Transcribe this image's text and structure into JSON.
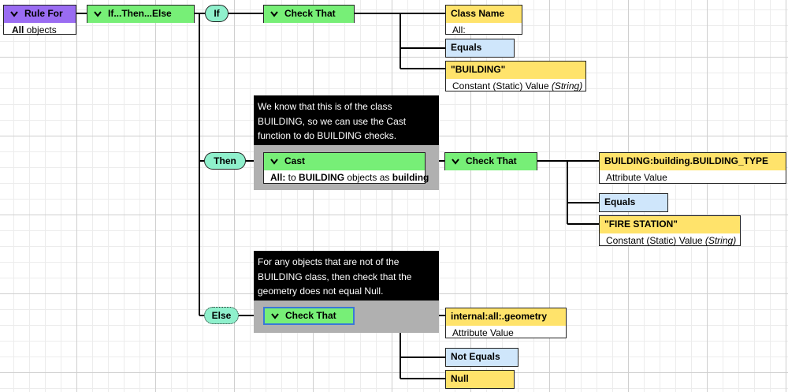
{
  "nodes": {
    "rule_for": {
      "title": "Rule For",
      "sub_bold": "All",
      "sub_rest": " objects"
    },
    "if_then_else": {
      "title": "If...Then...Else"
    },
    "branch_if": {
      "label": "If"
    },
    "branch_then": {
      "label": "Then"
    },
    "branch_else": {
      "label": "Else"
    },
    "if_check": {
      "title": "Check That"
    },
    "class_name": {
      "title": "Class Name",
      "sub": "All:"
    },
    "if_equals": {
      "title": "Equals"
    },
    "building_const": {
      "title": "\"BUILDING\"",
      "sub": "Constant (Static) Value ",
      "sub_italic": "(String)"
    },
    "then_note": {
      "lines": [
        "We know that this is of the class",
        "BUILDING, so we can use the Cast",
        "function to do BUILDING checks."
      ]
    },
    "cast": {
      "title": "Cast",
      "sub_b1": "All:",
      "sub_t1": " to ",
      "sub_b2": "BUILDING",
      "sub_t2": " objects as ",
      "sub_b3": "building"
    },
    "then_check": {
      "title": "Check That"
    },
    "building_type": {
      "title": "BUILDING:building.BUILDING_TYPE",
      "sub": "Attribute Value"
    },
    "then_equals": {
      "title": "Equals"
    },
    "fire_station": {
      "title": "\"FIRE STATION\"",
      "sub": "Constant (Static) Value ",
      "sub_italic": "(String)"
    },
    "else_note": {
      "lines": [
        "For any objects that are not of the",
        "BUILDING class, then check that the",
        "geometry does not equal Null."
      ]
    },
    "else_check": {
      "title": "Check That"
    },
    "geometry_attr": {
      "title": "internal:all:.geometry",
      "sub": "Attribute Value"
    },
    "not_equals": {
      "title": "Not Equals"
    },
    "null": {
      "title": "Null"
    }
  },
  "colors": {
    "green": "#77ef77",
    "purple": "#9a6cf2",
    "yellow": "#ffe36b",
    "blue": "#cfe6fb",
    "teal": "#8ff0cc",
    "note": "#000000",
    "highlight": "#b0b0b0"
  }
}
